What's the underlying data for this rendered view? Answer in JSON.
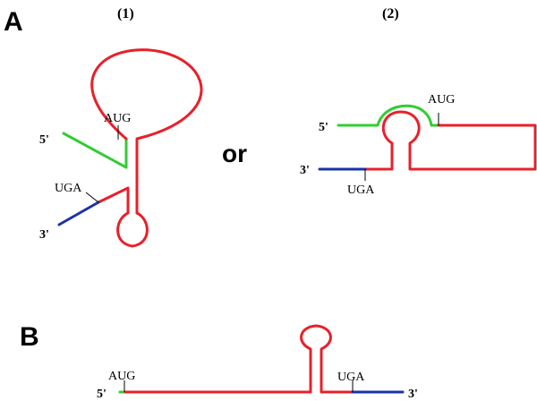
{
  "panels": {
    "a": {
      "letter": "A"
    },
    "b": {
      "letter": "B"
    }
  },
  "option_1": {
    "number": "(1)"
  },
  "option_2": {
    "number": "(2)"
  },
  "connector": "or",
  "labels": {
    "five_prime": "5'",
    "three_prime": "3'",
    "start_codon": "AUG",
    "stop_codon": "UGA"
  },
  "colors": {
    "leader_5utr": "#33cc33",
    "coding_region": "#e8202a",
    "trailer_3utr": "#1a33a6"
  }
}
